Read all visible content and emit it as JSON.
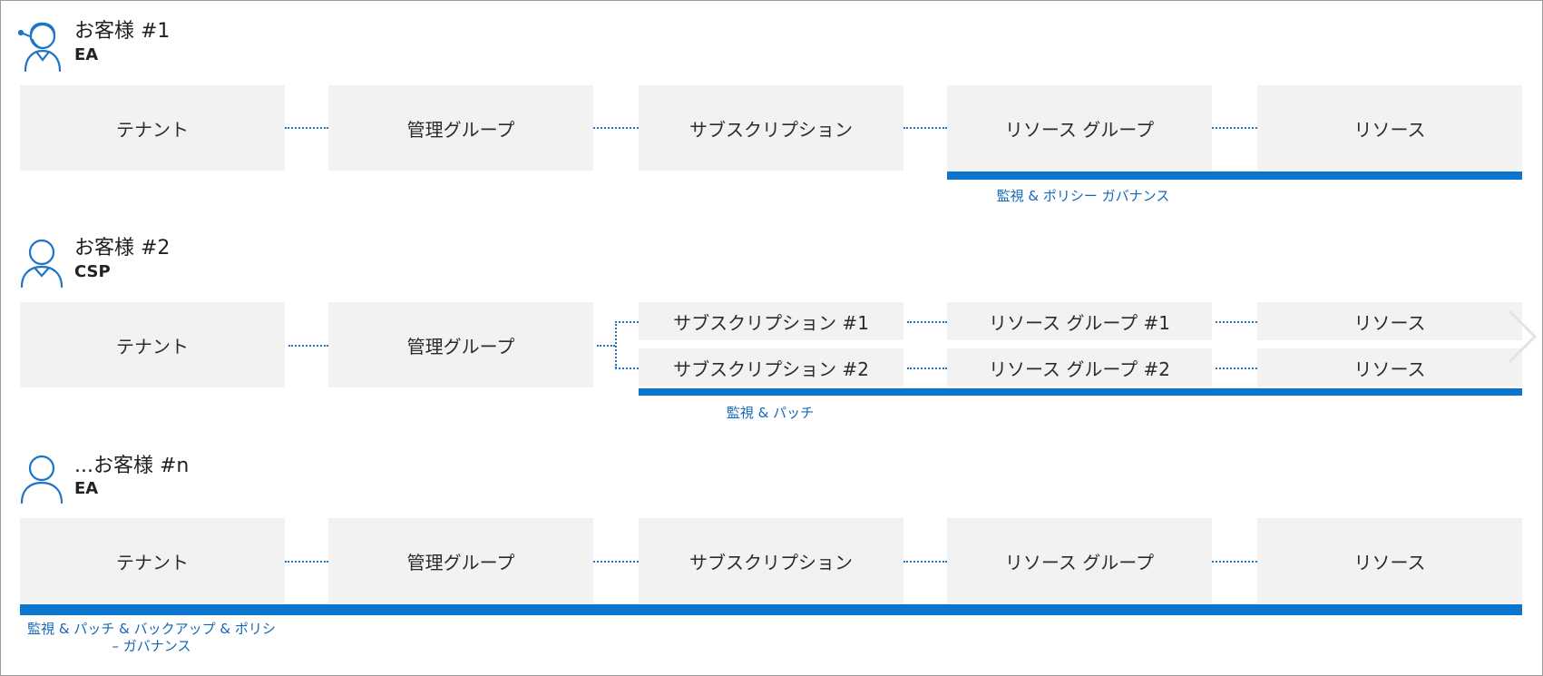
{
  "customers": [
    {
      "name": "お客様 #1",
      "type": "EA",
      "chain": [
        "テナント",
        "管理グループ",
        "サブスクリプション",
        "リソース グループ",
        "リソース"
      ],
      "scope": "監視 & ポリシー ガバナンス"
    },
    {
      "name": "お客様 #2",
      "type": "CSP",
      "tenant": "テナント",
      "mgmt": "管理グループ",
      "subscriptions": [
        "サブスクリプション #1",
        "サブスクリプション #2"
      ],
      "resource_groups": [
        "リソース グループ #1",
        "リソース グループ #2"
      ],
      "resources": [
        "リソース",
        "リソース"
      ],
      "scope": "監視 & パッチ"
    },
    {
      "name": "...お客様 #n",
      "type": "EA",
      "chain": [
        "テナント",
        "管理グループ",
        "サブスクリプション",
        "リソース グループ",
        "リソース"
      ],
      "scope_line1": "監視 & パッチ & バックアップ & ポリシ",
      "scope_line2": "– ガバナンス"
    }
  ],
  "icons": {
    "customer1": "person-with-headset-icon",
    "customer2": "person-icon",
    "customer3": "person-icon",
    "next": "chevron-right-icon"
  },
  "colors": {
    "accent": "#0b74cc",
    "box": "#f2f2f2",
    "scope_text": "#1468b8"
  }
}
